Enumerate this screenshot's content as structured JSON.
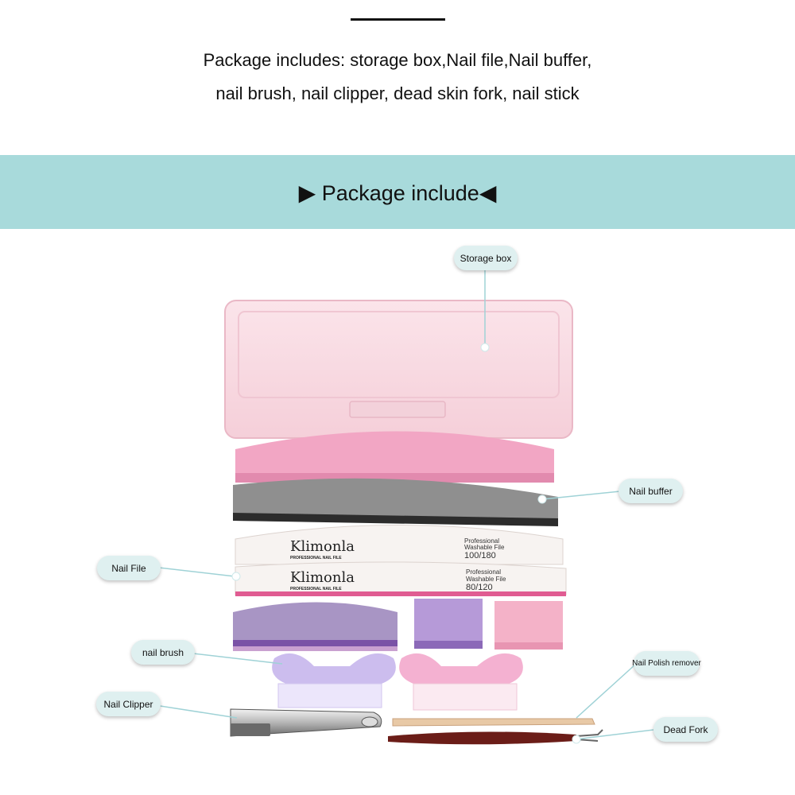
{
  "header": {
    "intro_line1": "Package includes: storage box,Nail file,Nail buffer,",
    "intro_line2": "nail brush, nail clipper, dead skin fork, nail stick"
  },
  "banner": {
    "title": "Package include",
    "left_marker": "▶",
    "right_marker": "◀",
    "color": "#a8dadb"
  },
  "labels": {
    "storage_box": "Storage box",
    "nail_buffer": "Nail buffer",
    "nail_file": "Nail File",
    "nail_brush": "nail brush",
    "nail_clipper": "Nail Clipper",
    "nail_polish_remover": "Nail Polish remover",
    "dead_fork": "Dead Fork"
  },
  "file_print": {
    "brand": "Klimonla",
    "sub": "PROFESSIONAL NAIL FILE",
    "desc1": "Professional",
    "desc2": "Washable File",
    "grit1": "100/180",
    "grit2": "80/120"
  },
  "colors": {
    "callout_bg": "#dff0f0",
    "box": "#f8d6de",
    "pink": "#f2a6c4",
    "purple": "#a58cc6",
    "grey": "#8f8f8f"
  }
}
